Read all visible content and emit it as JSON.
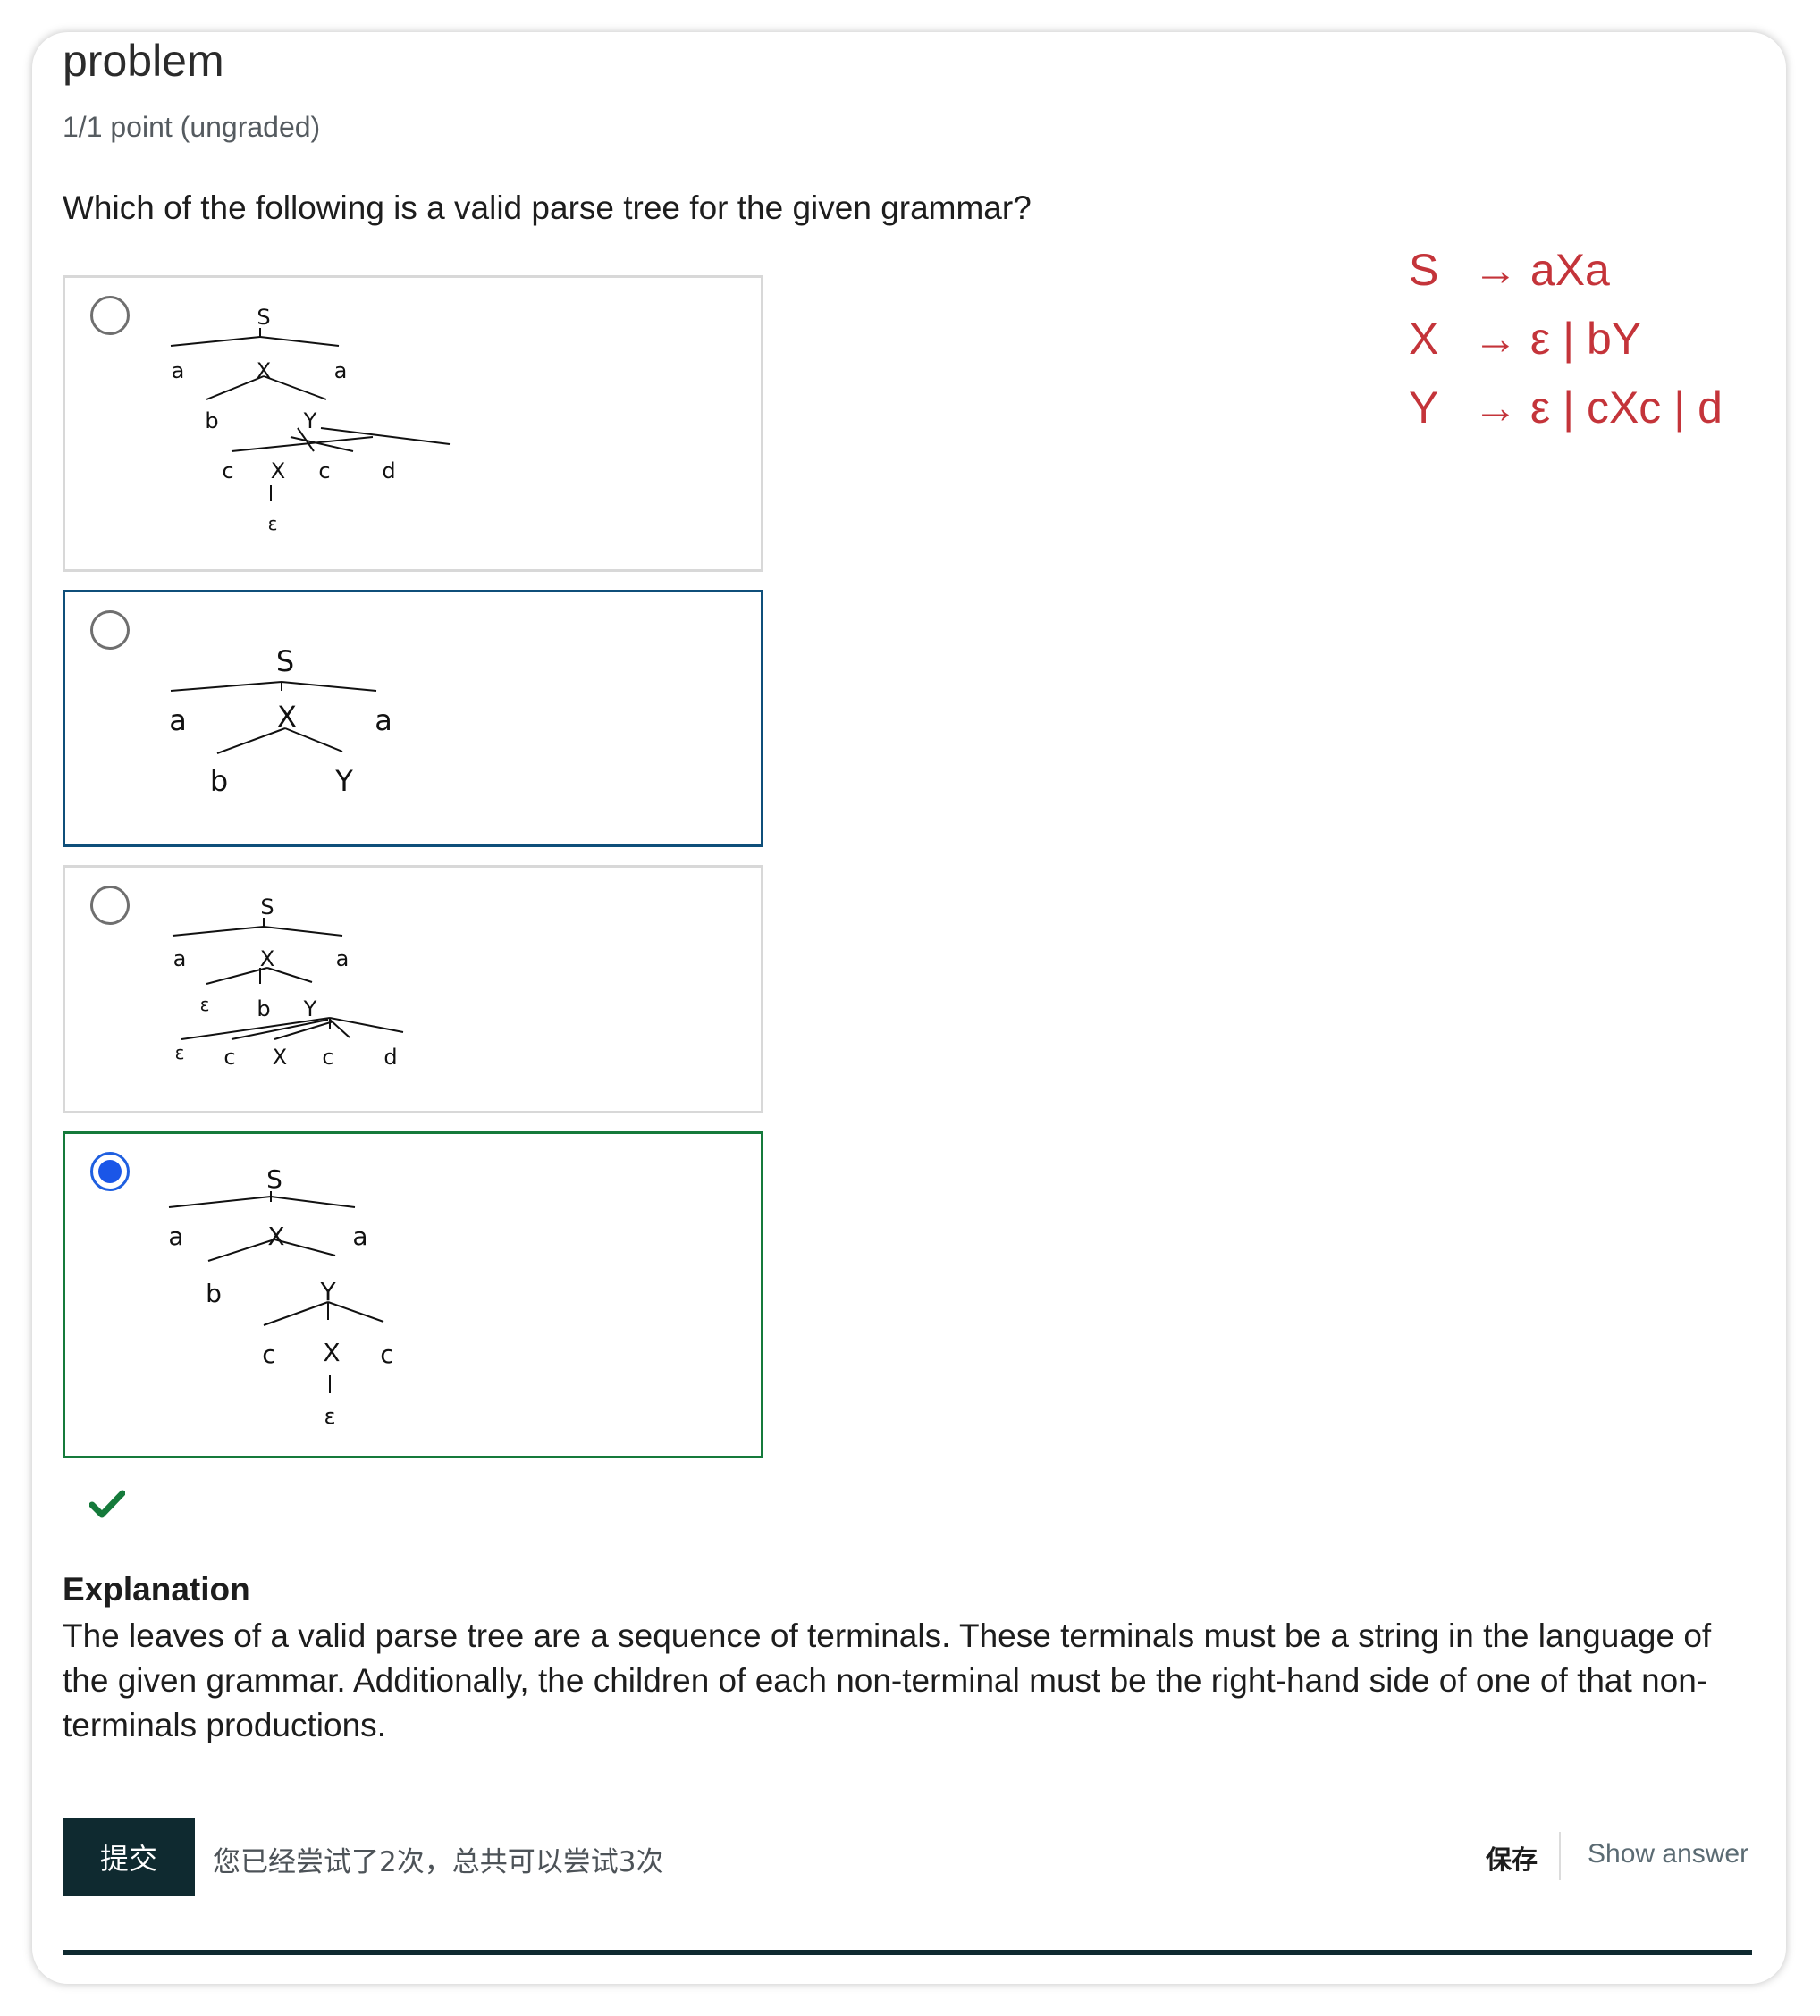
{
  "problem": {
    "title": "problem",
    "points": "1/1 point (ungraded)",
    "question": "Which of the following is a valid parse tree for the given grammar?"
  },
  "grammar": [
    {
      "lhs": "S",
      "rhs": "→ aXa"
    },
    {
      "lhs": "X",
      "rhs": "→ ε | bY"
    },
    {
      "lhs": "Y",
      "rhs": "→ ε | cXc | d"
    }
  ],
  "options": [
    {
      "nodes": [
        "S",
        "a",
        "X",
        "a",
        "b",
        "Y",
        "c",
        "X",
        "c",
        "d",
        "ε"
      ],
      "selected": false
    },
    {
      "nodes": [
        "S",
        "a",
        "X",
        "a",
        "b",
        "Y"
      ],
      "selected": false
    },
    {
      "nodes": [
        "S",
        "a",
        "X",
        "a",
        "ε",
        "b",
        "Y",
        "ε",
        "c",
        "X",
        "c",
        "d"
      ],
      "selected": false
    },
    {
      "nodes": [
        "S",
        "a",
        "X",
        "a",
        "b",
        "Y",
        "c",
        "X",
        "c",
        "ε"
      ],
      "selected": true
    }
  ],
  "feedback": {
    "status_icon": "checkmark-icon",
    "status_color": "#157a3b"
  },
  "explanation": {
    "title": "Explanation",
    "body": "The leaves of a valid parse tree are a sequence of terminals. These terminals must be a string in the language of the given grammar. Additionally, the children of each non-terminal must be the right-hand side of one of that non-terminals productions."
  },
  "actions": {
    "submit_label": "提交",
    "attempts_text": "您已经尝试了2次，总共可以尝试3次",
    "save_label": "保存",
    "show_answer_label": "Show answer"
  },
  "colors": {
    "grammar": "#c4343a",
    "submit_bg": "#0f2a30",
    "radio_selected": "#1a56e8"
  }
}
